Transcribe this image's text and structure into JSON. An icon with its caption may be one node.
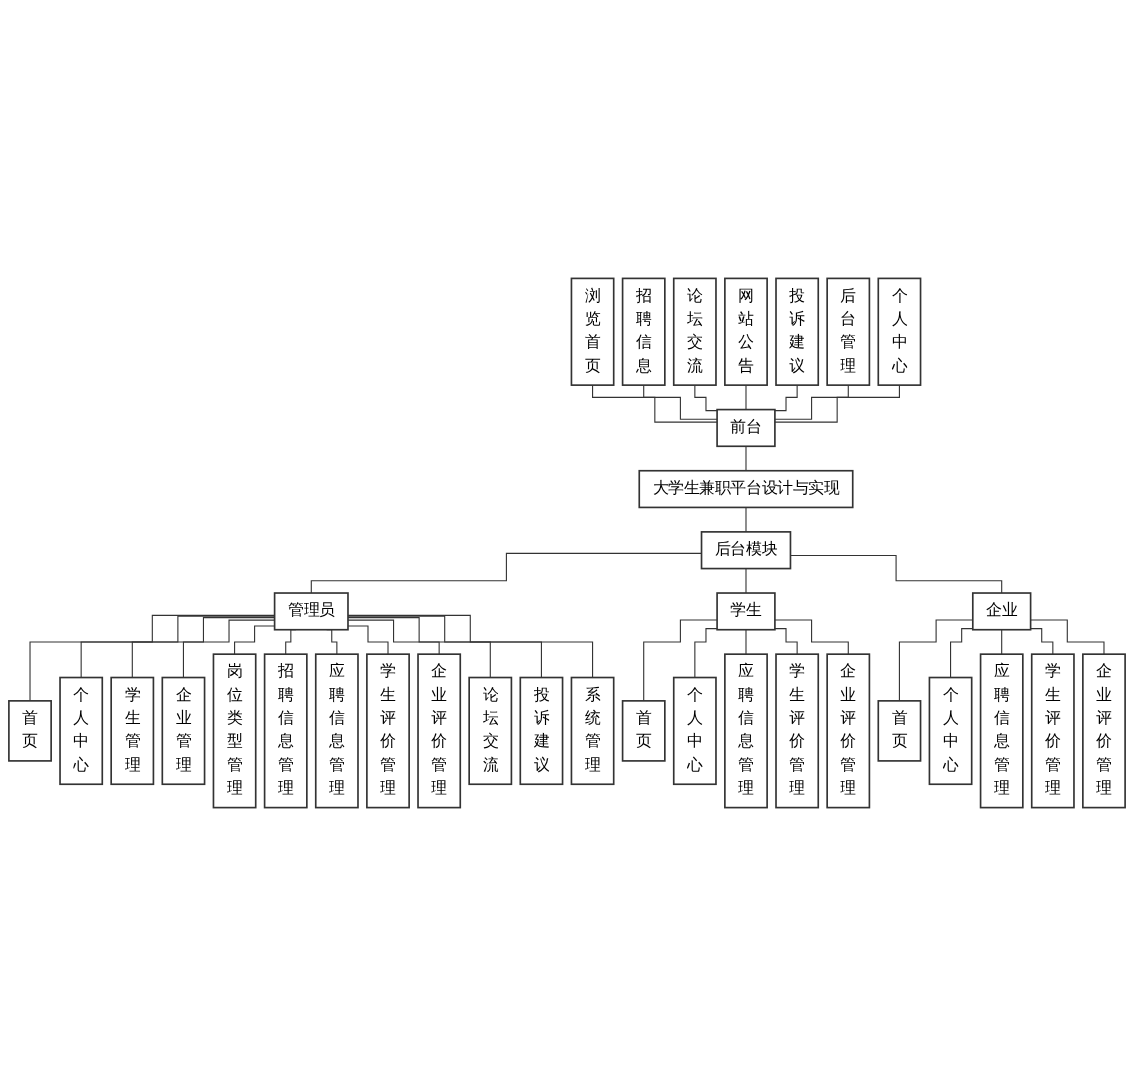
{
  "diagram": {
    "nodes": [
      {
        "text": [
          "浏览首页"
        ]
      },
      {
        "text": [
          "招聘信息"
        ]
      },
      {
        "text": [
          "论坛交流"
        ]
      },
      {
        "text": [
          "网站公告"
        ]
      },
      {
        "text": [
          "投诉建议"
        ]
      },
      {
        "text": [
          "后台管理"
        ]
      },
      {
        "text": [
          "个人中心"
        ]
      },
      {
        "text": [
          "前台"
        ]
      },
      {
        "text": [
          "大学生兼职平台设计与实现"
        ]
      },
      {
        "text": [
          "后台模块"
        ]
      },
      {
        "text": [
          "管理员"
        ]
      },
      {
        "text": [
          "首页"
        ]
      },
      {
        "text": [
          "个人中心"
        ]
      },
      {
        "text": [
          "学生管理"
        ]
      },
      {
        "text": [
          "企业管理"
        ]
      },
      {
        "text": [
          "岗位类型管理"
        ]
      },
      {
        "text": [
          "招聘信息管理"
        ]
      },
      {
        "text": [
          "应聘信息管理"
        ]
      },
      {
        "text": [
          "学生评价管理"
        ]
      },
      {
        "text": [
          "企业评价管理"
        ]
      },
      {
        "text": [
          "论坛交流"
        ]
      },
      {
        "text": [
          "投诉建议"
        ]
      },
      {
        "text": [
          "系统管理"
        ]
      },
      {
        "text": [
          "学生"
        ]
      },
      {
        "text": [
          "首页"
        ]
      },
      {
        "text": [
          "个人中心"
        ]
      },
      {
        "text": [
          "应聘信息管理"
        ]
      },
      {
        "text": [
          "学生评价管理"
        ]
      },
      {
        "text": [
          "企业评价管理"
        ]
      },
      {
        "text": [
          "企业"
        ]
      },
      {
        "text": [
          "首页"
        ]
      },
      {
        "text": [
          "个人中心"
        ]
      },
      {
        "text": [
          "应聘信息管理"
        ]
      },
      {
        "text": [
          "学生评价管理"
        ]
      },
      {
        "text": [
          "企业评价管理"
        ]
      }
    ],
    "edges": [
      {
        "from": 0,
        "to": 7,
        "arrow": "none"
      },
      {
        "from": 1,
        "to": 7,
        "arrow": "none"
      },
      {
        "from": 2,
        "to": 7,
        "arrow": "none"
      },
      {
        "from": 3,
        "to": 7,
        "arrow": "none"
      },
      {
        "from": 4,
        "to": 7,
        "arrow": "none"
      },
      {
        "from": 5,
        "to": 7,
        "arrow": "none"
      },
      {
        "from": 6,
        "to": 7,
        "arrow": "none"
      },
      {
        "from": 7,
        "to": 8,
        "arrow": "none"
      },
      {
        "from": 8,
        "to": 9,
        "arrow": "none"
      },
      {
        "from": 9,
        "to": 10,
        "arrow": "none"
      },
      {
        "from": 9,
        "to": 23,
        "arrow": "none"
      },
      {
        "from": 9,
        "to": 29,
        "arrow": "none"
      },
      {
        "from": 10,
        "to": 11,
        "arrow": "none"
      },
      {
        "from": 10,
        "to": 12,
        "arrow": "none"
      },
      {
        "from": 10,
        "to": 13,
        "arrow": "none"
      },
      {
        "from": 10,
        "to": 14,
        "arrow": "none"
      },
      {
        "from": 10,
        "to": 15,
        "arrow": "none"
      },
      {
        "from": 10,
        "to": 16,
        "arrow": "none"
      },
      {
        "from": 10,
        "to": 17,
        "arrow": "none"
      },
      {
        "from": 10,
        "to": 18,
        "arrow": "none"
      },
      {
        "from": 10,
        "to": 19,
        "arrow": "none"
      },
      {
        "from": 10,
        "to": 20,
        "arrow": "none"
      },
      {
        "from": 10,
        "to": 21,
        "arrow": "none"
      },
      {
        "from": 10,
        "to": 22,
        "arrow": "none"
      },
      {
        "from": 23,
        "to": 24,
        "arrow": "none"
      },
      {
        "from": 23,
        "to": 25,
        "arrow": "none"
      },
      {
        "from": 23,
        "to": 26,
        "arrow": "none"
      },
      {
        "from": 23,
        "to": 27,
        "arrow": "none"
      },
      {
        "from": 23,
        "to": 28,
        "arrow": "none"
      },
      {
        "from": 29,
        "to": 30,
        "arrow": "none"
      },
      {
        "from": 29,
        "to": 31,
        "arrow": "none"
      },
      {
        "from": 29,
        "to": 32,
        "arrow": "none"
      },
      {
        "from": 29,
        "to": 33,
        "arrow": "none"
      },
      {
        "from": 29,
        "to": 34,
        "arrow": "none"
      }
    ]
  }
}
